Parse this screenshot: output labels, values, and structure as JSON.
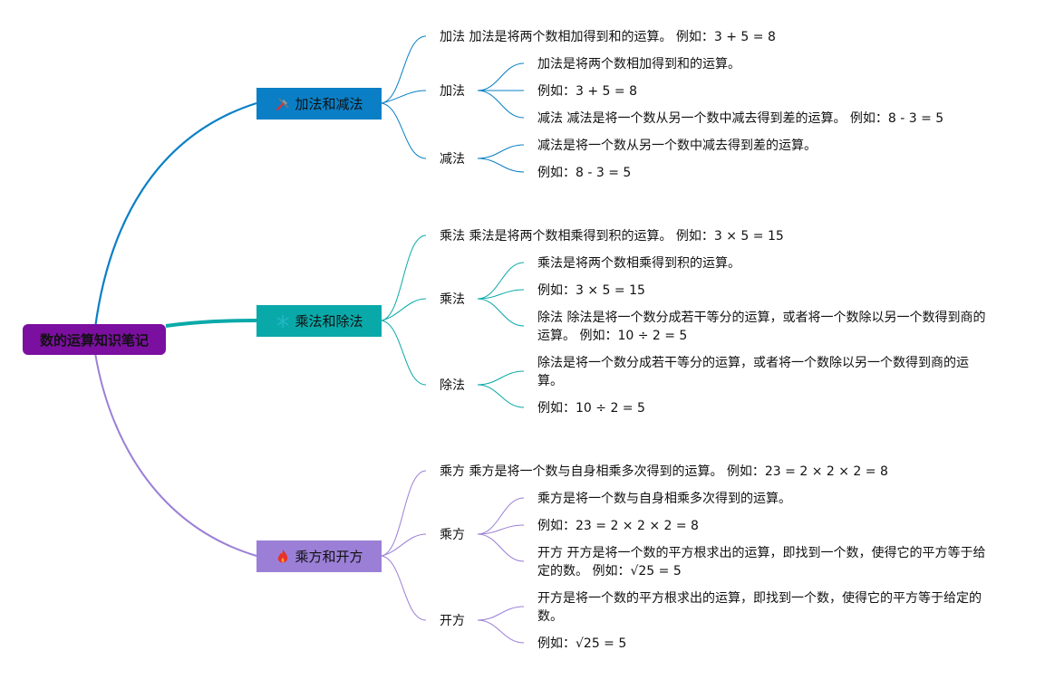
{
  "root": {
    "label": "数的运算知识笔记",
    "color": "#7b0fa0"
  },
  "branches": [
    {
      "label": "加法和减法",
      "color": "#0a7fc6",
      "icon": "tools-icon",
      "summary": "加法 加法是将两个数相加得到和的运算。 例如：3 + 5 = 8",
      "children": [
        {
          "label": "加法",
          "items": [
            "加法是将两个数相加得到和的运算。",
            "例如：3 + 5 = 8",
            "减法 减法是将一个数从另一个数中减去得到差的运算。 例如：8 - 3 = 5"
          ]
        },
        {
          "label": "减法",
          "items": [
            "减法是将一个数从另一个数中减去得到差的运算。",
            "例如：8 - 3 = 5"
          ]
        }
      ]
    },
    {
      "label": "乘法和除法",
      "color": "#0aa9a9",
      "icon": "snowflake-icon",
      "summary": "乘法 乘法是将两个数相乘得到积的运算。 例如：3 × 5 = 15",
      "children": [
        {
          "label": "乘法",
          "items": [
            "乘法是将两个数相乘得到积的运算。",
            "例如：3 × 5 = 15",
            "除法 除法是将一个数分成若干等分的运算，或者将一个数除以另一个数得到商的运算。 例如：10 ÷ 2 = 5"
          ]
        },
        {
          "label": "除法",
          "items": [
            "除法是将一个数分成若干等分的运算，或者将一个数除以另一个数得到商的运算。",
            "例如：10 ÷ 2 = 5"
          ]
        }
      ]
    },
    {
      "label": "乘方和开方",
      "color": "#9b7fd6",
      "icon": "fire-icon",
      "summary": "乘方 乘方是将一个数与自身相乘多次得到的运算。 例如：23 = 2 × 2 × 2 = 8",
      "children": [
        {
          "label": "乘方",
          "items": [
            "乘方是将一个数与自身相乘多次得到的运算。",
            "例如：23 = 2 × 2 × 2 = 8",
            "开方 开方是将一个数的平方根求出的运算，即找到一个数，使得它的平方等于给定的数。 例如：√25 = 5"
          ]
        },
        {
          "label": "开方",
          "items": [
            "开方是将一个数的平方根求出的运算，即找到一个数，使得它的平方等于给定的数。",
            "例如：√25 = 5"
          ]
        }
      ]
    }
  ]
}
